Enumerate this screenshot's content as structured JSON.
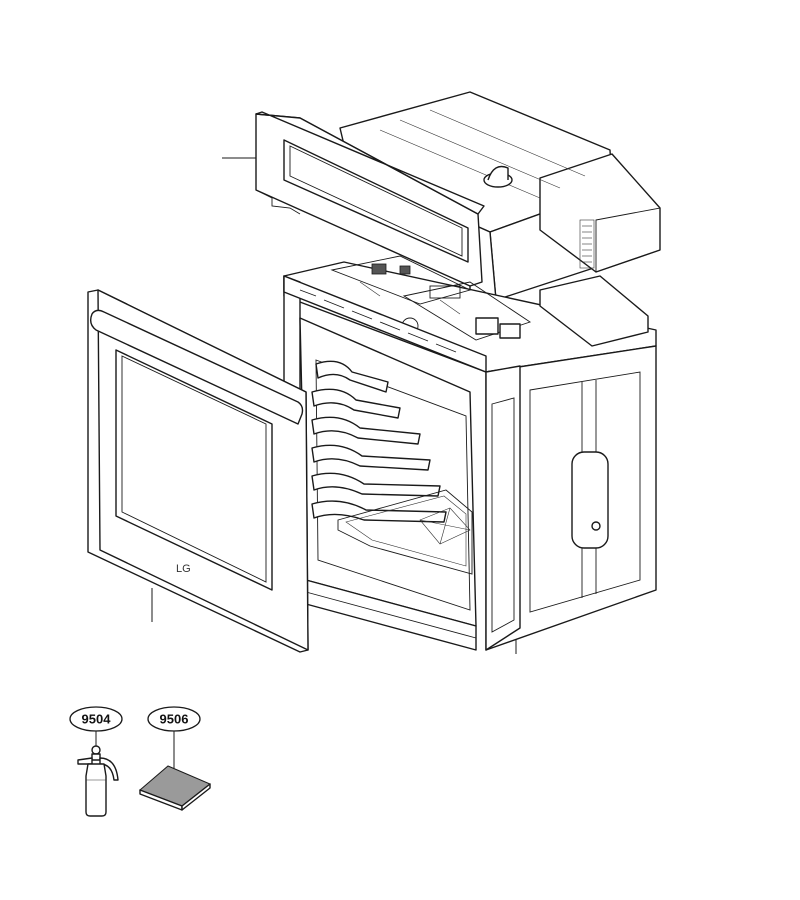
{
  "callouts": [
    {
      "label": "9504"
    },
    {
      "label": "9506"
    }
  ],
  "door_logo": "LG"
}
